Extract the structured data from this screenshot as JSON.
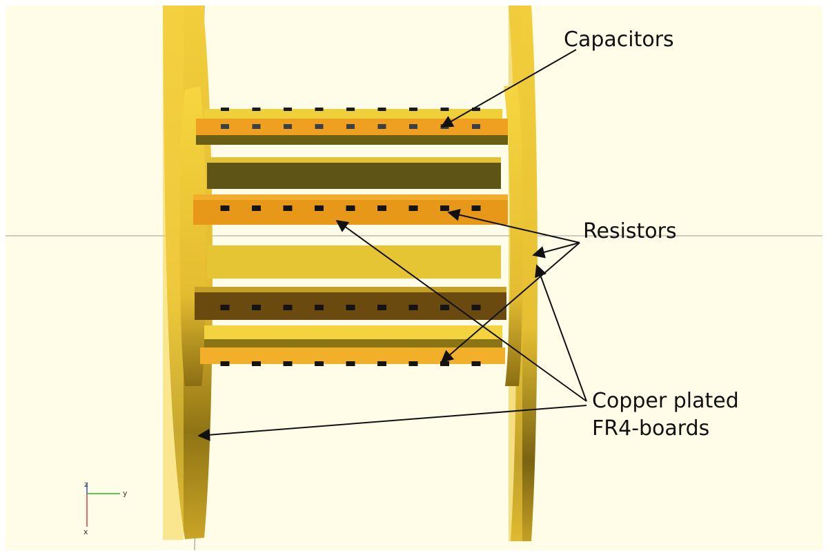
{
  "labels": {
    "capacitors": "Capacitors",
    "resistors": "Resistors",
    "boards_line1": "Copper plated",
    "boards_line2": "FR4-boards"
  },
  "axes": {
    "z": "z",
    "y": "y",
    "x": "x"
  },
  "colors": {
    "background": "#fffde8",
    "disc": "#e8c232",
    "board_orange": "#f0a020",
    "board_yellow": "#e8c838",
    "board_olive": "#5e5416",
    "board_brown": "#6a4a0e",
    "component": "#111111",
    "arrow": "#111111"
  }
}
